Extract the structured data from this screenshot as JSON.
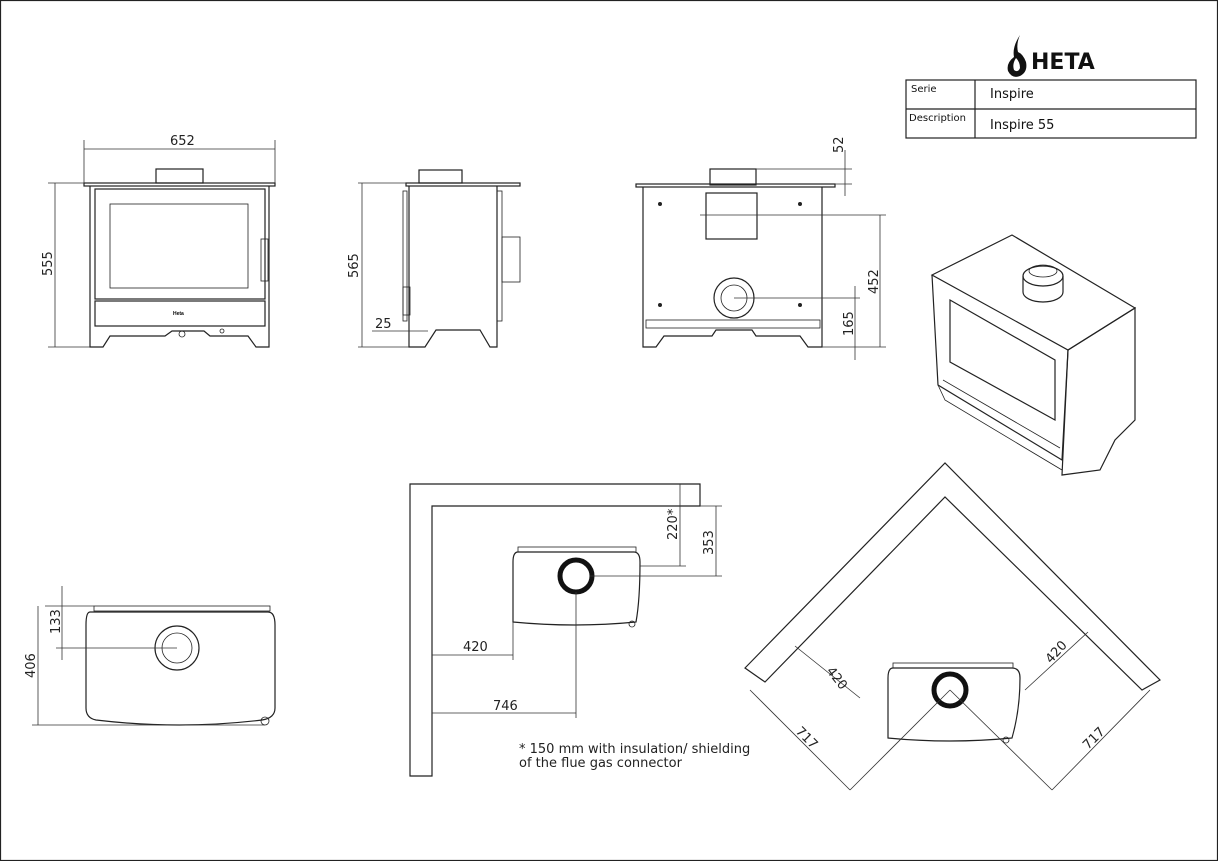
{
  "title_block": {
    "logo_text": "HETA",
    "serie_label": "Serie",
    "serie_value": "Inspire",
    "description_label": "Description",
    "description_value": "Inspire 55"
  },
  "front_view": {
    "width": "652",
    "height": "555",
    "badge": "Heta"
  },
  "side_view": {
    "height": "565",
    "offset": "25"
  },
  "back_view": {
    "top_offset": "52",
    "outlet_height": "452",
    "lower_outlet_height": "165"
  },
  "top_view": {
    "flue_depth": "133",
    "depth": "406"
  },
  "wall_clearance": {
    "rear_flue": "220*",
    "rear_total": "353",
    "side": "420",
    "side_total": "746",
    "note_line1": "* 150 mm with insulation/ shielding",
    "note_line2": "of the flue gas connector"
  },
  "corner_clearance": {
    "left_side": "420",
    "right_side": "420",
    "left_total": "717",
    "right_total": "717"
  }
}
